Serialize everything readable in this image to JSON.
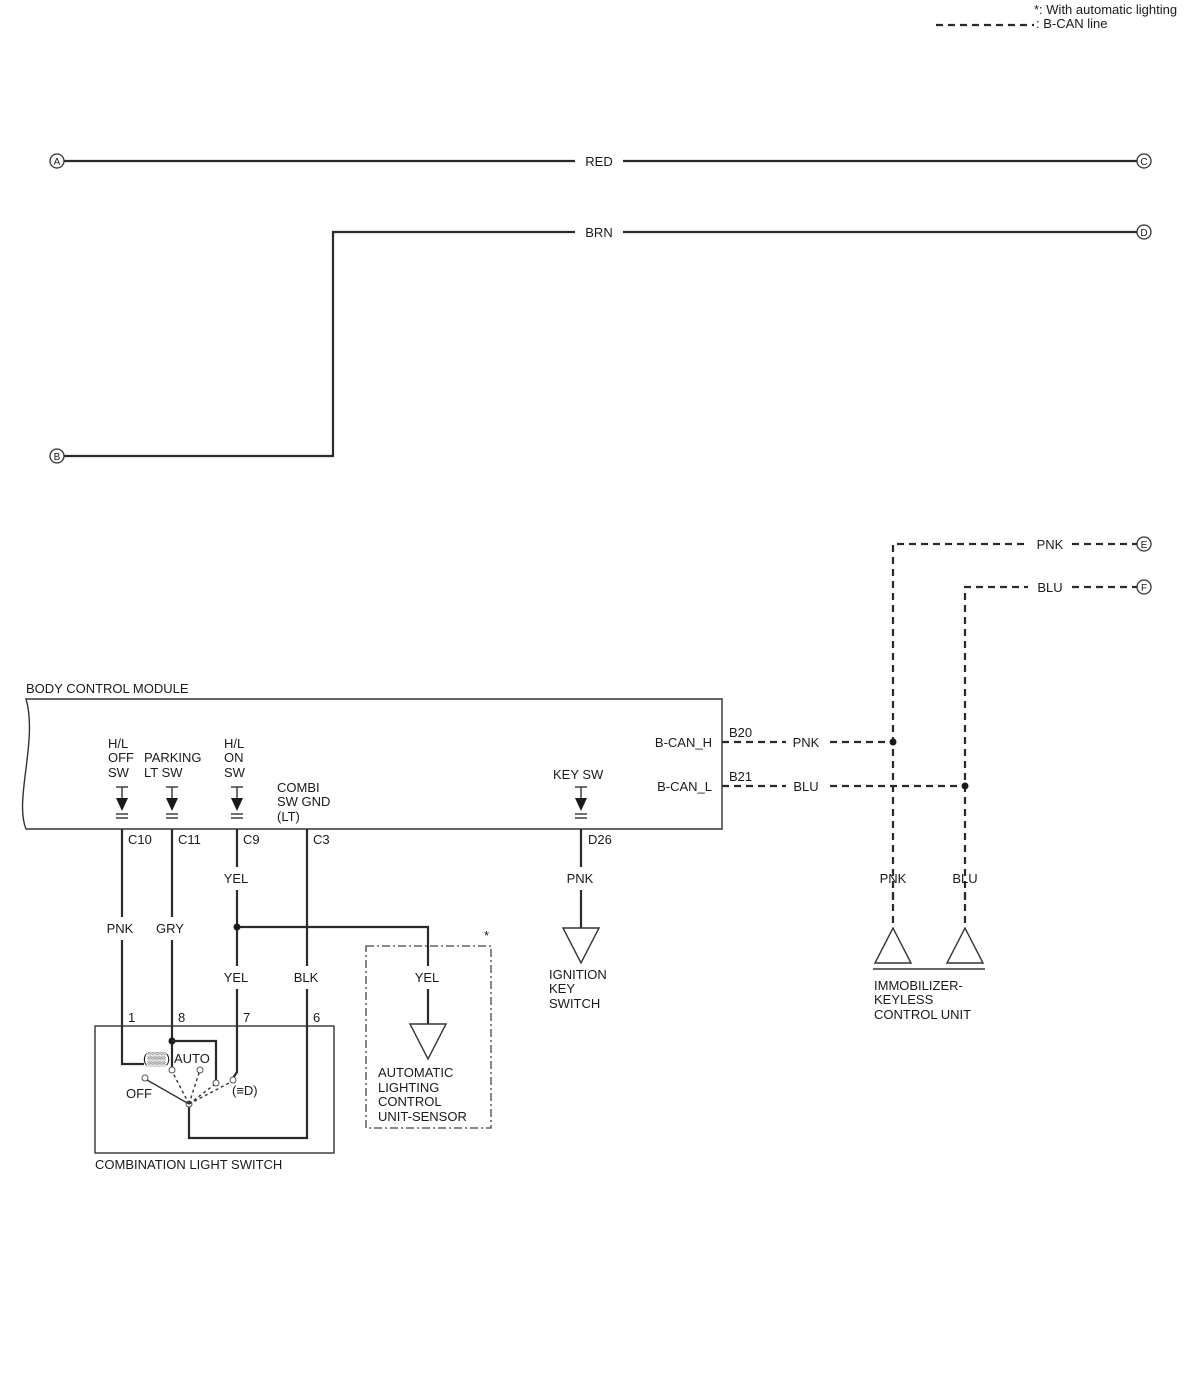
{
  "legend": {
    "note": "*: With automatic lighting",
    "can_line": ": B-CAN line"
  },
  "connectors": {
    "a": "A",
    "b": "B",
    "c": "C",
    "d": "D",
    "e": "E",
    "f": "F"
  },
  "wires": {
    "red": "RED",
    "brn": "BRN",
    "pnk_top": "PNK",
    "blu_top": "BLU",
    "pnk_bcan_h": "PNK",
    "blu_bcan_l": "BLU",
    "pnk_immo": "PNK",
    "blu_immo": "BLU",
    "pnk_c10": "PNK",
    "gry_c11": "GRY",
    "yel_c9": "YEL",
    "yel_switch": "YEL",
    "blk_c3": "BLK",
    "yel_sensor": "YEL",
    "pnk_d26": "PNK"
  },
  "bcm": {
    "title": "BODY CONTROL MODULE",
    "hl_off_sw": [
      "H/L",
      "OFF",
      "SW"
    ],
    "parking_lt_sw": [
      "PARKING",
      "LT SW"
    ],
    "hl_on_sw": [
      "H/L",
      "ON",
      "SW"
    ],
    "combi_sw_gnd": [
      "COMBI",
      "SW GND",
      "(LT)"
    ],
    "key_sw": "KEY SW",
    "bcan_h": "B-CAN_H",
    "bcan_l": "B-CAN_L",
    "pins": {
      "c10": "C10",
      "c11": "C11",
      "c9": "C9",
      "c3": "C3",
      "d26": "D26",
      "b20": "B20",
      "b21": "B21"
    }
  },
  "combination_switch": {
    "title": "COMBINATION LIGHT SWITCH",
    "pins": {
      "p1": "1",
      "p8": "8",
      "p7": "7",
      "p6": "6"
    },
    "pos_parking": "(▒▒)",
    "pos_auto": "AUTO",
    "pos_off": "OFF",
    "pos_headlight": "(≡D)"
  },
  "sensor": {
    "marker": "*",
    "title": [
      "AUTOMATIC",
      "LIGHTING",
      "CONTROL",
      "UNIT-SENSOR"
    ]
  },
  "ignition": {
    "title": [
      "IGNITION",
      "KEY",
      "SWITCH"
    ]
  },
  "immobilizer": {
    "title": [
      "IMMOBILIZER-",
      "KEYLESS",
      "CONTROL UNIT"
    ]
  }
}
